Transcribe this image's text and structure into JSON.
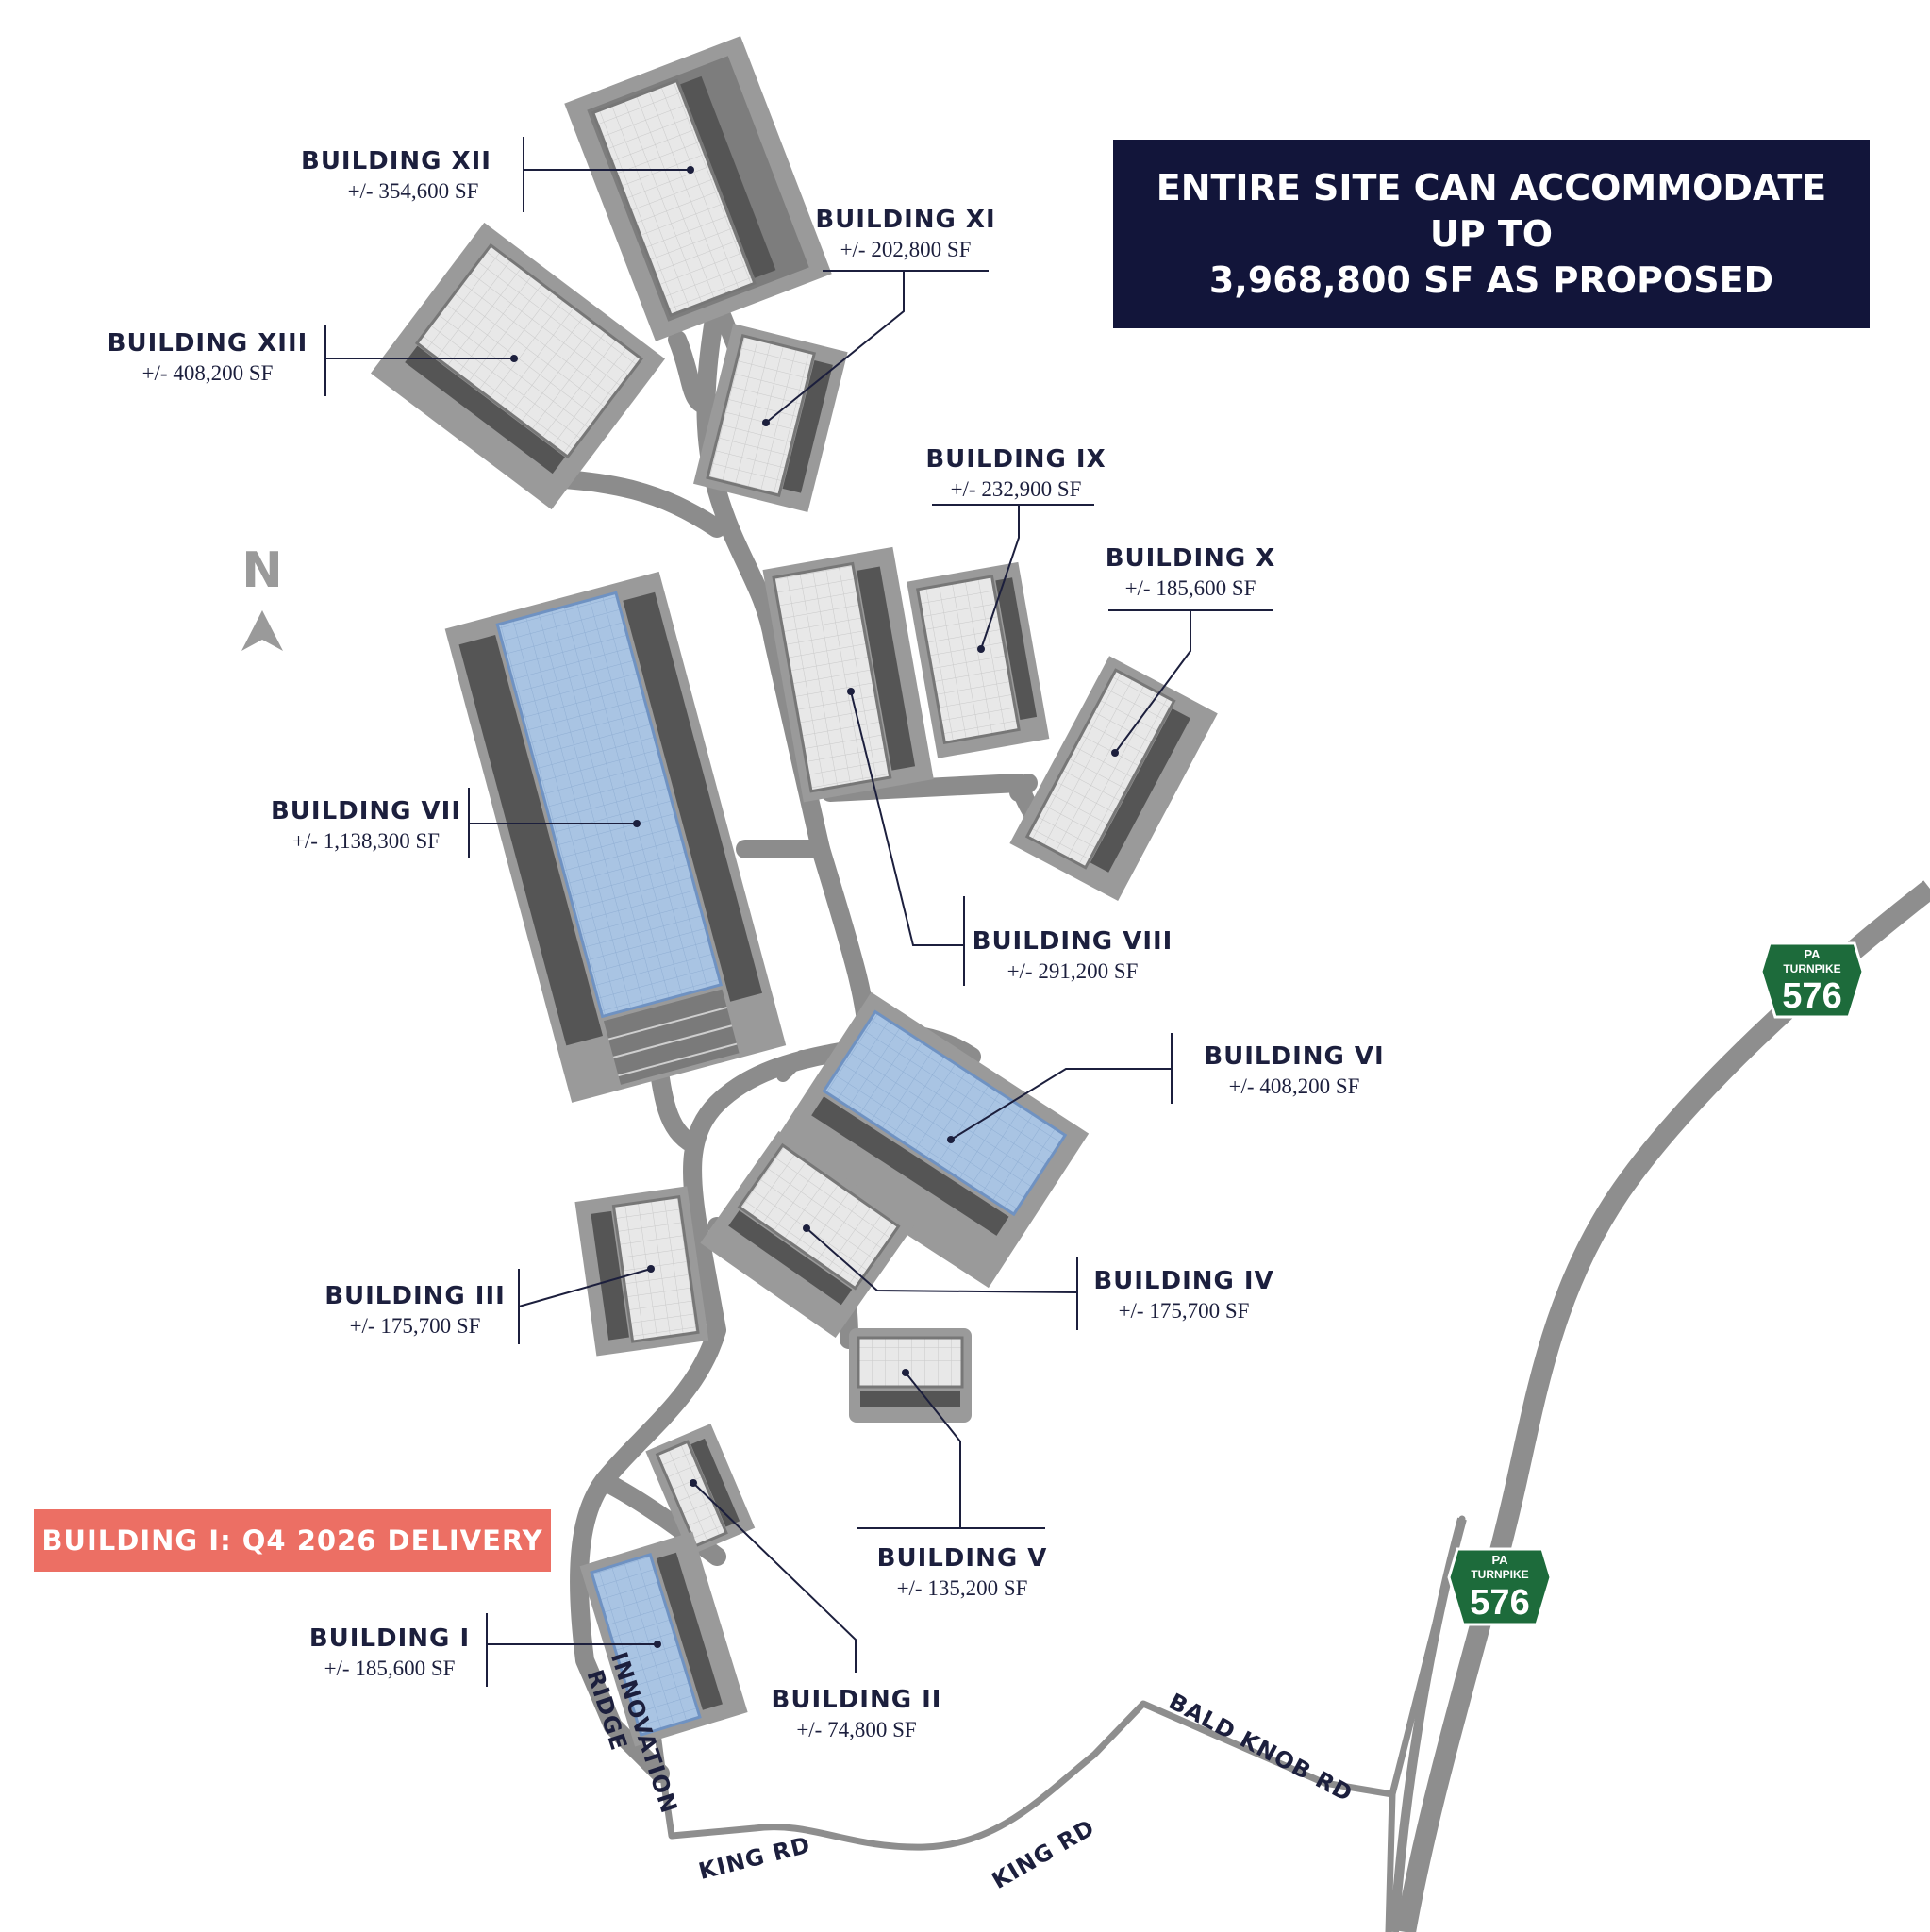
{
  "banner": {
    "line1": "ENTIRE SITE CAN ACCOMMODATE",
    "line2": "UP TO",
    "line3": "3,968,800 SF AS PROPOSED"
  },
  "delivery_badge": "BUILDING I:  Q4 2026 DELIVERY",
  "north_label": "N",
  "buildings": [
    {
      "name": "BUILDING XII",
      "size": "+/- 354,600 SF"
    },
    {
      "name": "BUILDING XI",
      "size": "+/- 202,800 SF"
    },
    {
      "name": "BUILDING XIII",
      "size": "+/- 408,200 SF"
    },
    {
      "name": "BUILDING IX",
      "size": "+/- 232,900 SF"
    },
    {
      "name": "BUILDING X",
      "size": "+/- 185,600 SF"
    },
    {
      "name": "BUILDING VII",
      "size": "+/- 1,138,300 SF"
    },
    {
      "name": "BUILDING VIII",
      "size": "+/- 291,200 SF"
    },
    {
      "name": "BUILDING VI",
      "size": "+/- 408,200 SF"
    },
    {
      "name": "BUILDING IV",
      "size": "+/- 175,700 SF"
    },
    {
      "name": "BUILDING III",
      "size": "+/- 175,700 SF"
    },
    {
      "name": "BUILDING V",
      "size": "+/- 135,200 SF"
    },
    {
      "name": "BUILDING I",
      "size": "+/- 185,600 SF"
    },
    {
      "name": "BUILDING II",
      "size": "+/- 74,800 SF"
    }
  ],
  "roads": {
    "innovation_line1": "INNOVATION",
    "innovation_line2": "RIDGE",
    "king_rd_1": "KING RD",
    "king_rd_2": "KING RD",
    "bald_knob_rd": "BALD KNOB RD"
  },
  "shields": [
    {
      "state": "PA",
      "type": "TURNPIKE",
      "number": "576"
    },
    {
      "state": "PA",
      "type": "TURNPIKE",
      "number": "576"
    }
  ],
  "colors": {
    "navy": "#12153a",
    "coral": "#ec6f64",
    "highlight_blue": "#a9c4e3",
    "building_gray": "#e4e4e4",
    "road_gray": "#8e8e8e",
    "turnpike_green": "#1d6b3b"
  }
}
